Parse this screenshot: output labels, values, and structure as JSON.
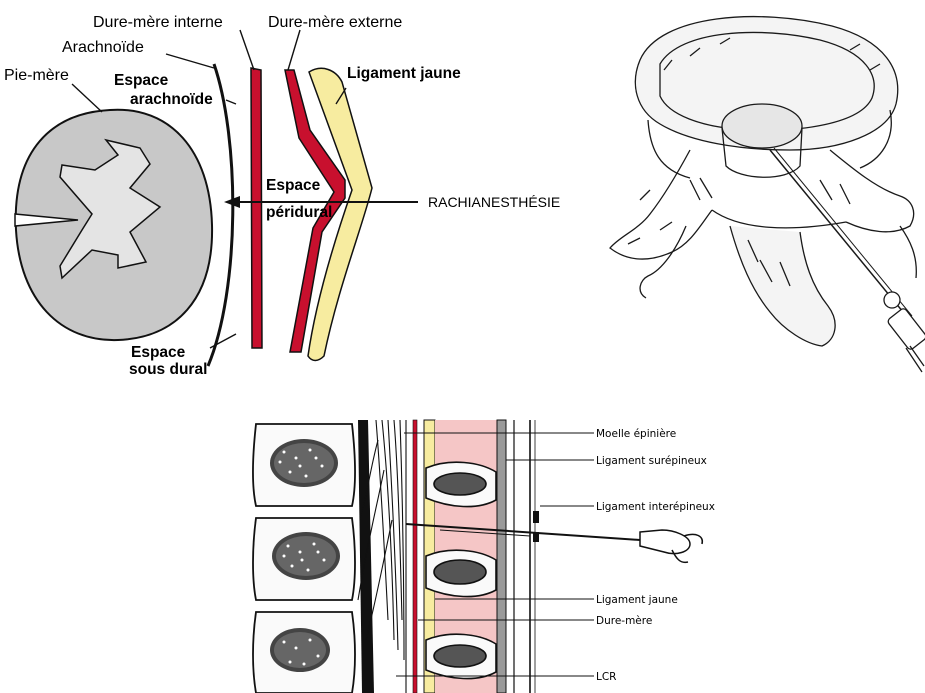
{
  "cross_section": {
    "labels": {
      "dure_mere_interne": "Dure-mère interne",
      "dure_mere_externe": "Dure-mère externe",
      "arachnoide": "Arachnoïde",
      "pie_mere": "Pie-mère",
      "espace_arachnoide_line1": "Espace",
      "espace_arachnoide_line2": "arachnoïde",
      "ligament_jaune": "Ligament jaune",
      "espace_peridural_line1": "Espace",
      "espace_peridural_line2": "péridural",
      "rachianesthesie": "RACHIANESTHÉSIE",
      "espace_sous_dural_line1": "Espace",
      "espace_sous_dural_line2": "sous dural"
    },
    "colors": {
      "spinal_cord": "#c8c8c8",
      "grey_matter": "#e4e4e4",
      "dura_mater": "#c8102e",
      "ligamentum_flavum": "#f7eca0"
    }
  },
  "sagittal_section": {
    "labels": {
      "moelle_epiniere": "Moelle épinière",
      "ligament_surepineux": "Ligament surépineux",
      "ligament_interepineux": "Ligament interépineux",
      "ligament_jaune": "Ligament jaune",
      "dure_mere": "Dure-mère",
      "lcr": "LCR"
    },
    "colors": {
      "interspinous_ligament": "#f5c6c6",
      "ligamentum_flavum": "#f7eca0",
      "dura_mater": "#c8102e",
      "supraspinous_ligament": "#9a9a9a"
    }
  }
}
